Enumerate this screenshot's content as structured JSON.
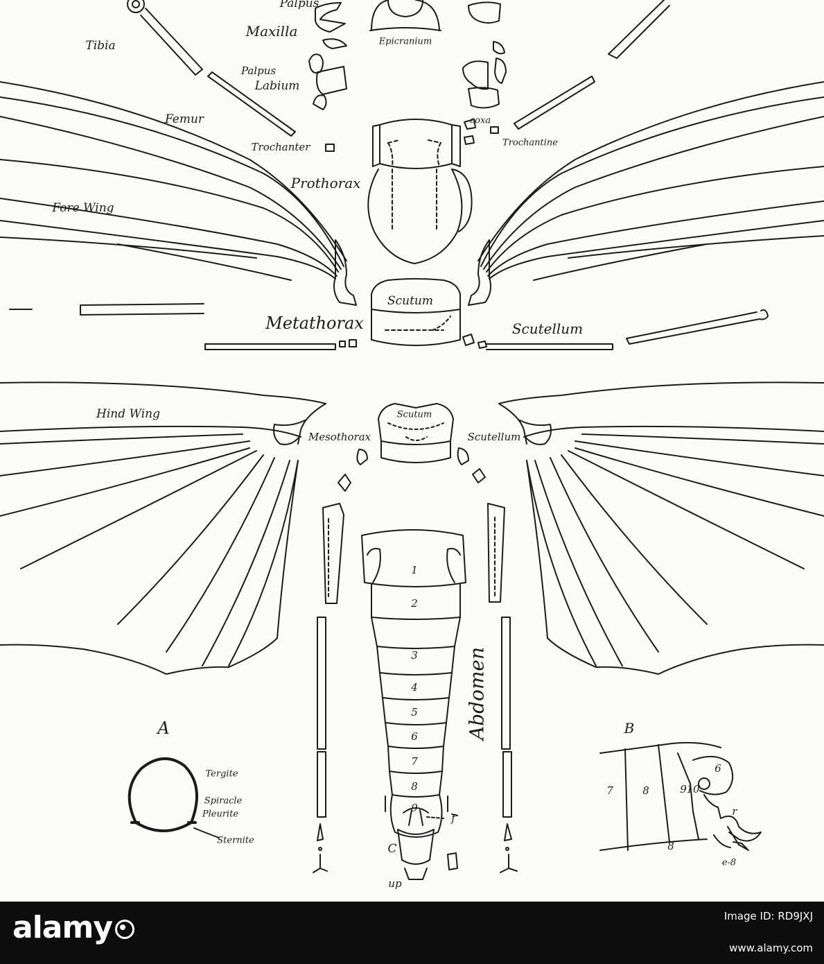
{
  "labels": {
    "palpus_top": "Palpus",
    "maxilla": "Maxilla",
    "epicranium": "Epicranium",
    "tibia": "Tibia",
    "palpus_labium": "Palpus",
    "labium": "Labium",
    "femur": "Femur",
    "coxa": "coxa",
    "trochanter": "Trochanter",
    "trochantine": "Trochantine",
    "prothorax": "Prothorax",
    "fore_wing": "Fore Wing",
    "scutum_upper": "Scutum",
    "metathorax": "Metathorax",
    "scutellum_upper": "Scutellum",
    "hind_wing": "Hind Wing",
    "scutum_lower": "Scutum",
    "mesothorax": "Mesothorax",
    "scutellum_lower": "Scutellum",
    "abdomen": "Abdomen",
    "inset_a": "A",
    "inset_b": "B",
    "tergite": "Tergite",
    "spiracle": "Spiracle",
    "pleurite": "Pleurite",
    "sternite": "Sternite",
    "f": "f",
    "c": "C",
    "up": "up",
    "r": "r",
    "e8": "e-8"
  },
  "abdomen_segments": [
    "1",
    "2",
    "3",
    "4",
    "5",
    "6",
    "7",
    "8",
    "9"
  ],
  "inset_b_numbers": {
    "seg7": "7",
    "seg8": "8",
    "seg9": "9",
    "seg10": "10",
    "seg6": "6",
    "seg8_lower": "8"
  },
  "footer": {
    "logo": "alamy",
    "image_id": "Image ID: RD9JXJ",
    "url": "www.alamy.com"
  },
  "colors": {
    "ink": "#1b1b1b",
    "paper": "#fbfbf9",
    "footer_bg": "#0d0d0d"
  }
}
